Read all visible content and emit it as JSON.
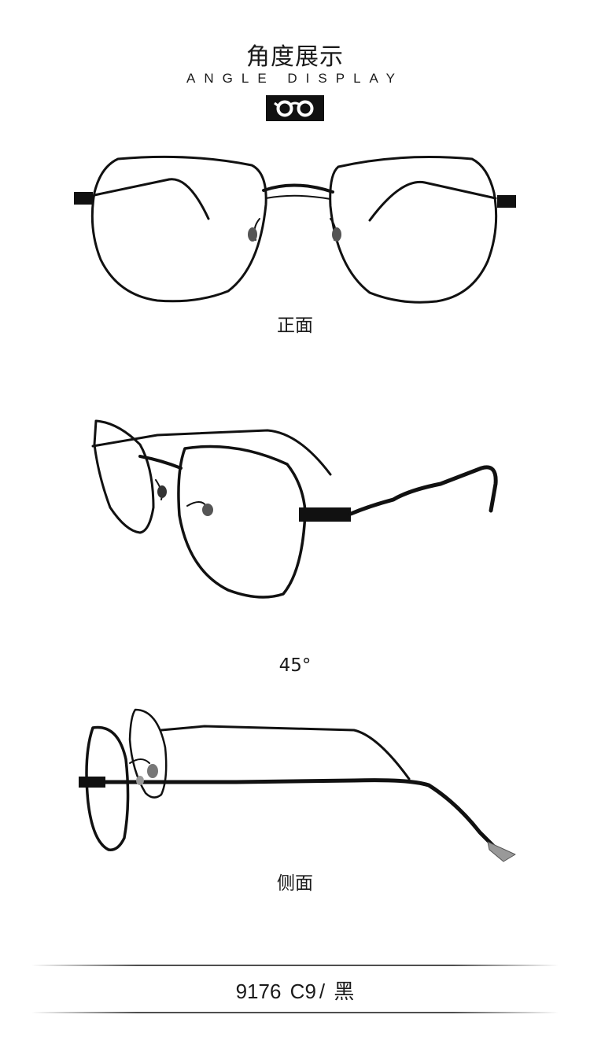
{
  "header": {
    "title_cn": "角度展示",
    "title_en": "ANGLE DISPLAY",
    "logo_icon": "glasses-icon"
  },
  "views": [
    {
      "caption": "正面"
    },
    {
      "caption": "45°"
    },
    {
      "caption": "侧面"
    }
  ],
  "product": {
    "model": "9176",
    "color_code": "C9",
    "separator": "/",
    "color_name": "黑"
  },
  "colors": {
    "frame": "#111111",
    "background": "#ffffff"
  }
}
